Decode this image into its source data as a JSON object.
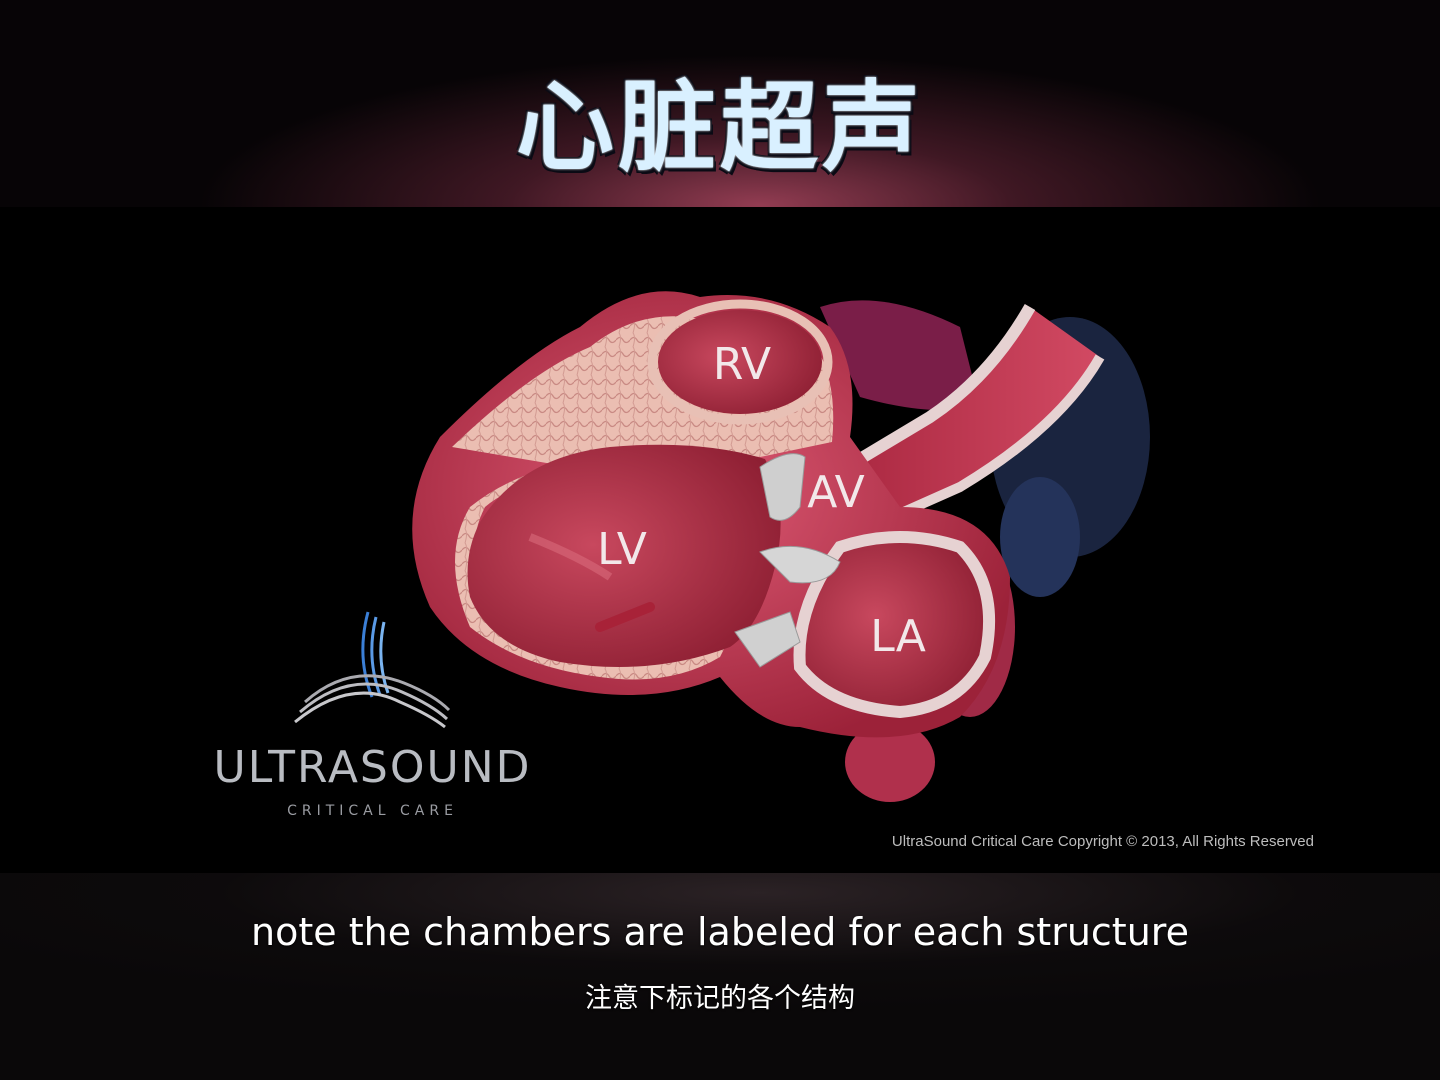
{
  "header": {
    "title": "心脏超声"
  },
  "video": {
    "labels": {
      "rv": "RV",
      "av": "AV",
      "lv": "LV",
      "la": "LA"
    },
    "logo": {
      "wordmark": "ULTRASOUND",
      "subtitle": "CRITICAL CARE"
    },
    "copyright": "UltraSound Critical Care Copyright © 2013, All Rights Reserved"
  },
  "captions": {
    "english": "note the chambers are labeled for each structure",
    "chinese": "注意下标记的各个结构"
  },
  "colors": {
    "title_fill": "#d9f0ff",
    "myocardium": "#c23a55",
    "endocardium_texture": "#e8b7ad",
    "chamber_interior": "#b03048",
    "valve": "#cfcfcf"
  }
}
